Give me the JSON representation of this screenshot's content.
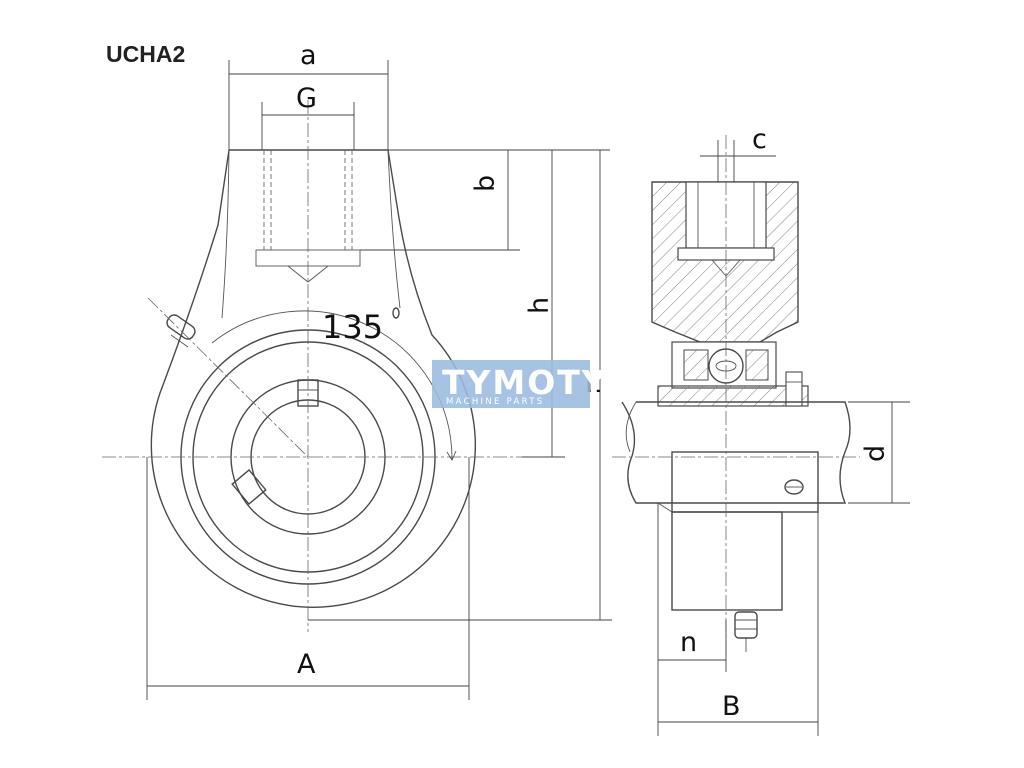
{
  "title": "UCHA2",
  "dimensions": {
    "a": "a",
    "G": "G",
    "b": "b",
    "h": "h",
    "L": "L",
    "A": "A",
    "c": "c",
    "d": "d",
    "n": "n",
    "B": "B",
    "angle": "135"
  },
  "watermark": {
    "brand": "TYMOTY",
    "tagline": "MACHINE PARTS",
    "color": "#9bbbe0"
  }
}
